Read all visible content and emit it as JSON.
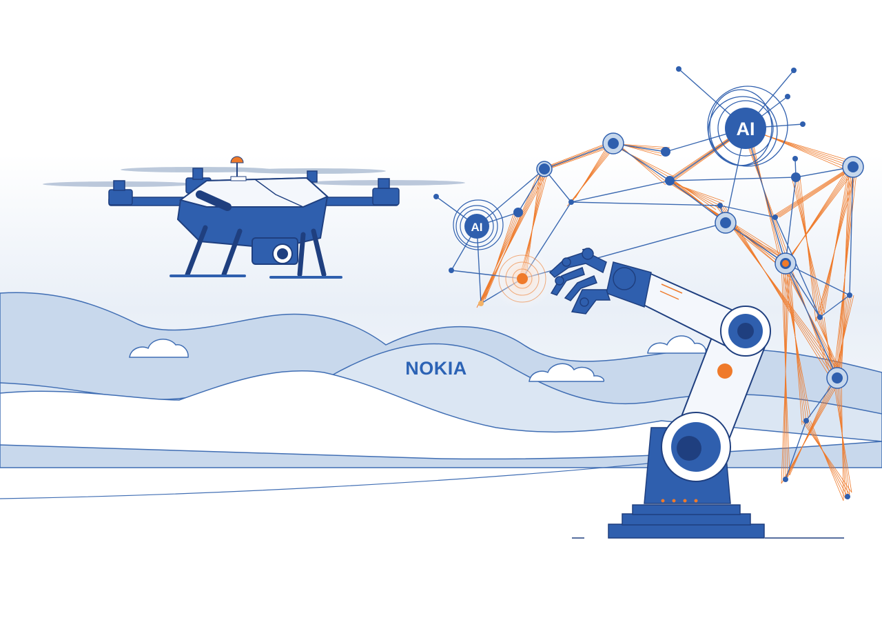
{
  "brand": {
    "logo_text": "NOKIA"
  },
  "network": {
    "ai_large_label": "AI",
    "ai_small_label": "AI"
  },
  "colors": {
    "primary_blue": "#2f5fae",
    "dark_blue": "#1f3f7f",
    "light_blue": "#c6d7ec",
    "pale_blue": "#e3ebf5",
    "accent_orange": "#ef7a2a",
    "background": "#ffffff"
  }
}
